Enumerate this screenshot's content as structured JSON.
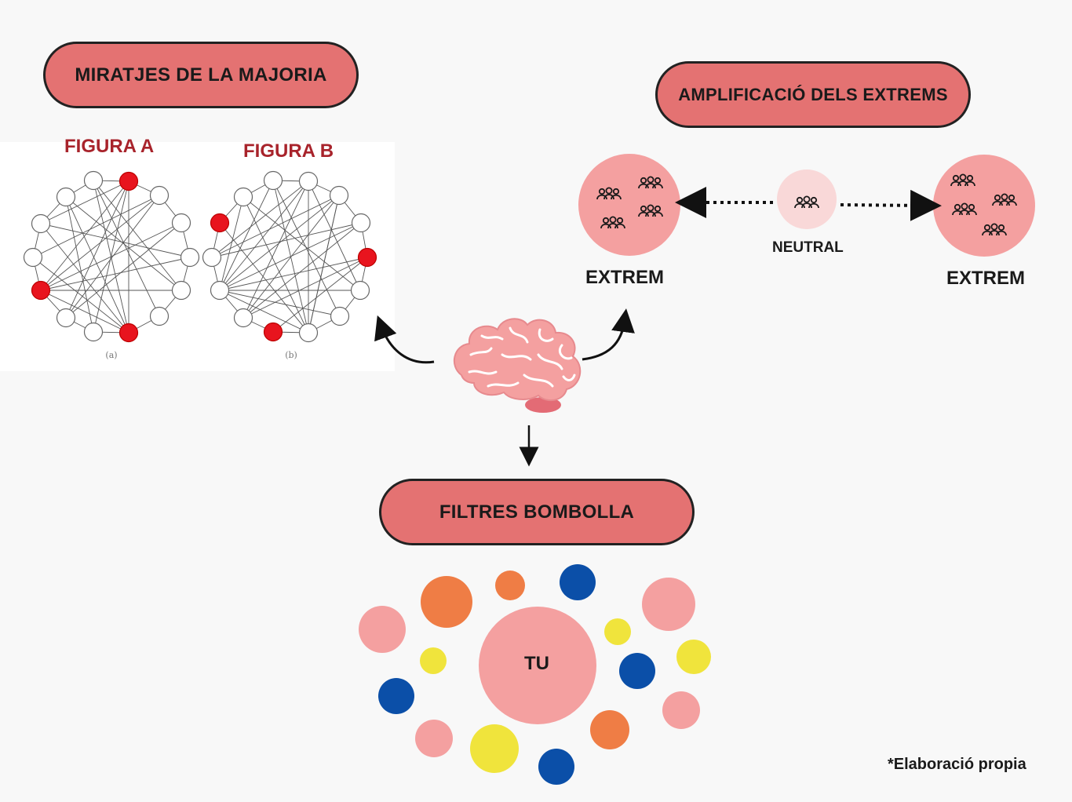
{
  "colors": {
    "pill_fill": "#e47272",
    "extrem_circle": "#f4a0a0",
    "neutral_circle": "#f9d8d8",
    "graph_highlight": "#e8141e",
    "figure_title": "#a8232b",
    "bubble_pink": "#f4a0a0",
    "bubble_orange": "#ef7d45",
    "bubble_blue": "#0b4fa8",
    "bubble_yellow": "#f0e43c"
  },
  "sections": {
    "majority": {
      "title": "MIRATJES DE LA MAJORIA",
      "figure_a": "FIGURA A",
      "figure_b": "FIGURA B",
      "caption_a": "(a)",
      "caption_b": "(b)"
    },
    "extremes": {
      "title": "AMPLIFICACIÓ DELS EXTREMS",
      "left_label": "EXTREM",
      "center_label": "NEUTRAL",
      "right_label": "EXTREM",
      "icon": "people-group-icon"
    },
    "bubble": {
      "title": "FILTRES BOMBOLLA",
      "center_label": "TU"
    }
  },
  "center_icon": "brain-icon",
  "footnote": "*Elaboració propia"
}
